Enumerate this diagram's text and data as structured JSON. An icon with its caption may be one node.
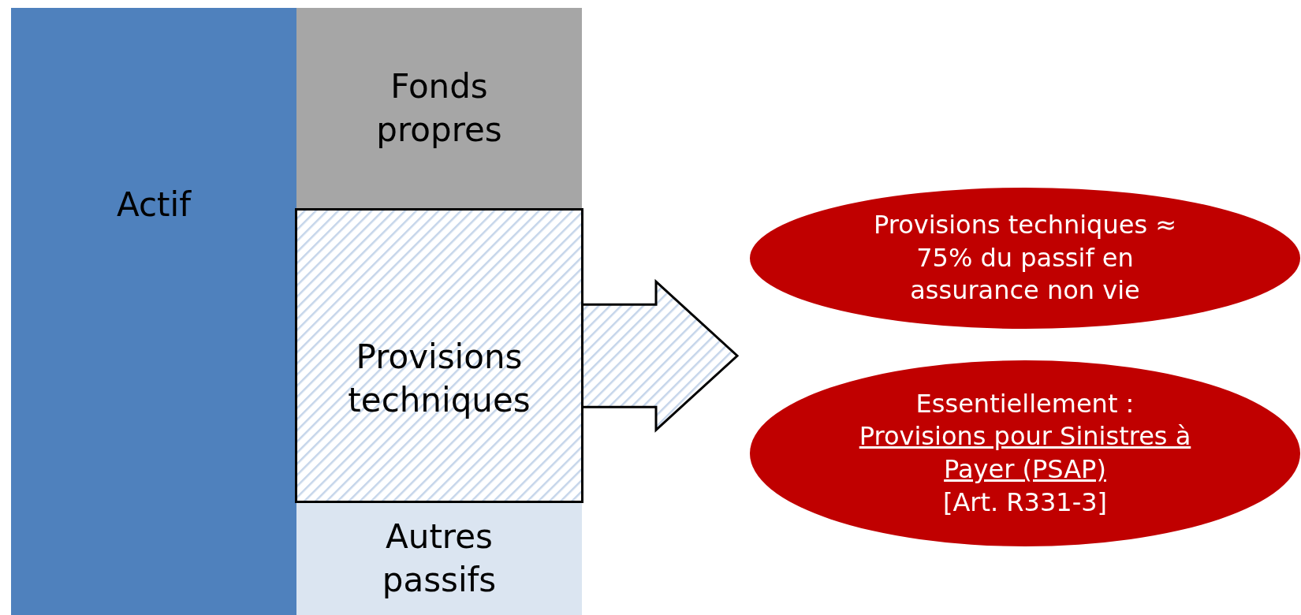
{
  "diagram": {
    "nodes": [
      {
        "text": [
          "Actif"
        ]
      },
      {
        "text": [
          "Fonds propres"
        ]
      },
      {
        "text": [
          "Provisions techniques"
        ]
      },
      {
        "text": [
          "Autres passifs"
        ]
      },
      {
        "text": [
          "Provisions techniques ≈ 75% du passif en assurance non vie"
        ]
      },
      {
        "text": [
          "Essentiellement :",
          "Provisions pour Sinistres à Payer (PSAP)",
          "[Art. R331-3]"
        ]
      }
    ],
    "edges": [
      {
        "from": 2,
        "to": 4,
        "arrow": "to"
      },
      {
        "from": 2,
        "to": 5,
        "arrow": "to"
      }
    ]
  }
}
